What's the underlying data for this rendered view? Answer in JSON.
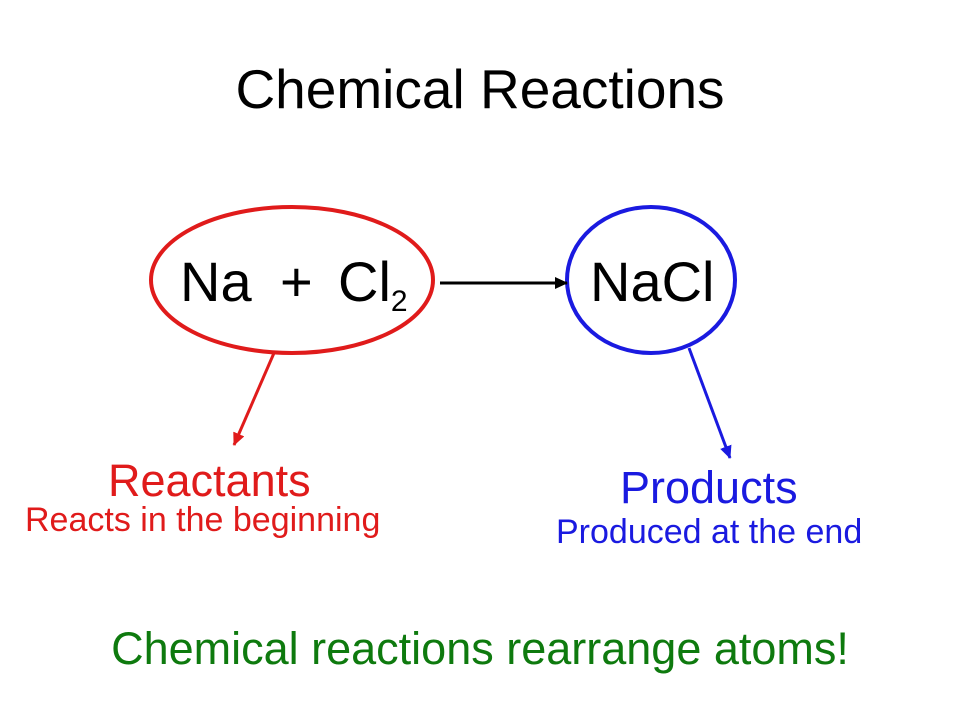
{
  "title": "Chemical Reactions",
  "equation": {
    "reactant_1": "Na",
    "plus": "+",
    "reactant_2_symbol": "Cl",
    "reactant_2_subscript": "2",
    "product": "NaCl"
  },
  "reactants": {
    "label": "Reactants",
    "description": "Reacts in the beginning"
  },
  "products": {
    "label": "Products",
    "description": "Produced at the end"
  },
  "summary": "Chemical reactions rearrange atoms!",
  "colors": {
    "reactant": "#e01b1b",
    "product": "#1a1ae0",
    "summary": "#0e7a0e",
    "text": "#000000"
  }
}
